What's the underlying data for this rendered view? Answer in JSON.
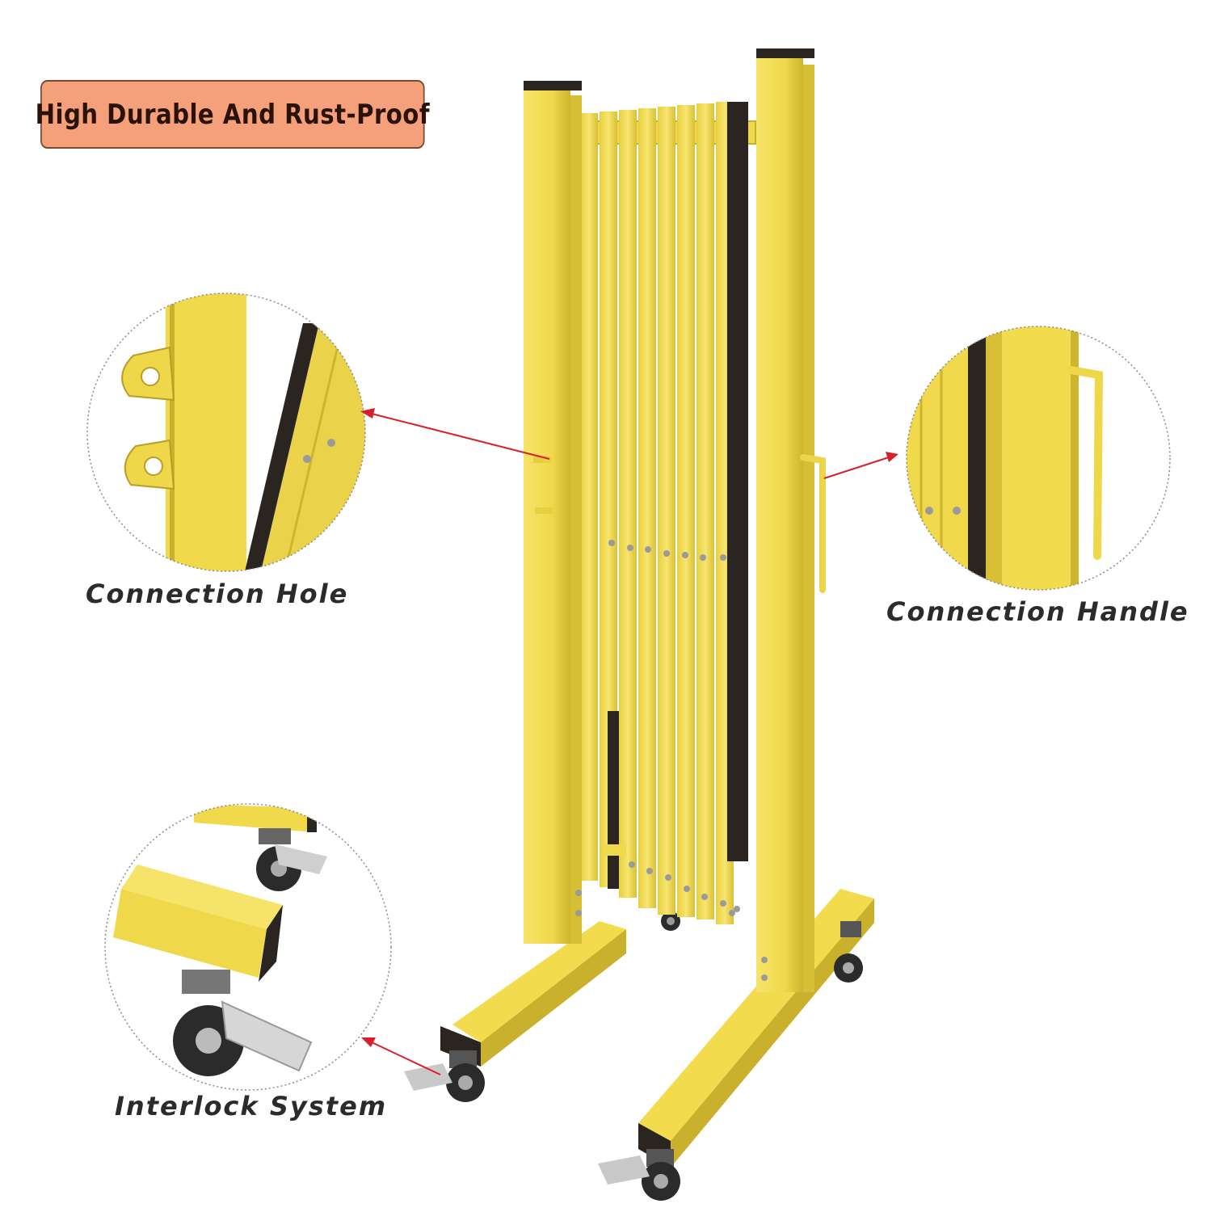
{
  "banner": {
    "text": "High Durable And Rust-Proof",
    "background": "#F4A07A"
  },
  "callouts": {
    "connection_hole": "Connection Hole",
    "connection_handle": "Connection Handle",
    "interlock_system": "Interlock System"
  },
  "colors": {
    "frame_yellow": "#F2DC4E",
    "frame_shadow": "#C9B12E",
    "rubber_cap": "#2B2522",
    "arrow_red": "#D8202A",
    "circle_border": "#8A8A8A"
  }
}
